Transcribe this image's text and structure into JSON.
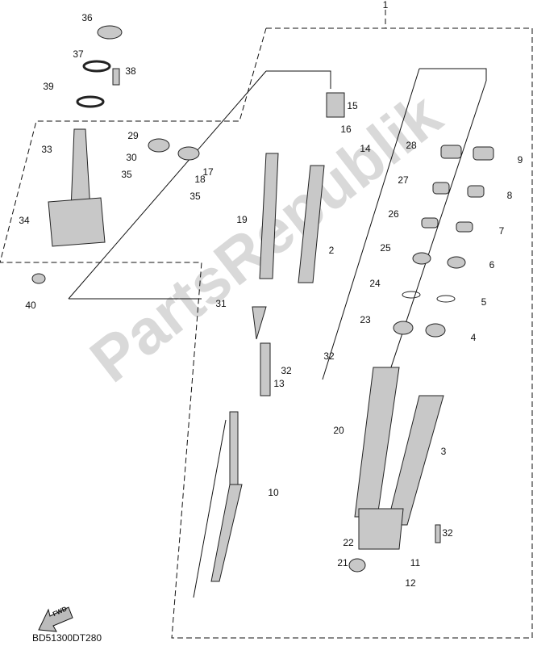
{
  "diagram": {
    "drawing_code": "BD51300DT280",
    "watermark": "PartsRepublik",
    "front_arrow_label": "FWD",
    "callouts": [
      "1",
      "36",
      "37",
      "38",
      "39",
      "33",
      "29",
      "30",
      "35",
      "17",
      "18",
      "35",
      "34",
      "40",
      "15",
      "16",
      "14",
      "19",
      "2",
      "31",
      "32",
      "32",
      "13",
      "10",
      "28",
      "9",
      "27",
      "8",
      "26",
      "7",
      "25",
      "6",
      "24",
      "5",
      "23",
      "4",
      "20",
      "3",
      "32",
      "22",
      "11",
      "21",
      "12"
    ]
  },
  "colors": {
    "line": "#111111",
    "part": "#c8c8c8",
    "watermark": "#aaaaaa"
  }
}
